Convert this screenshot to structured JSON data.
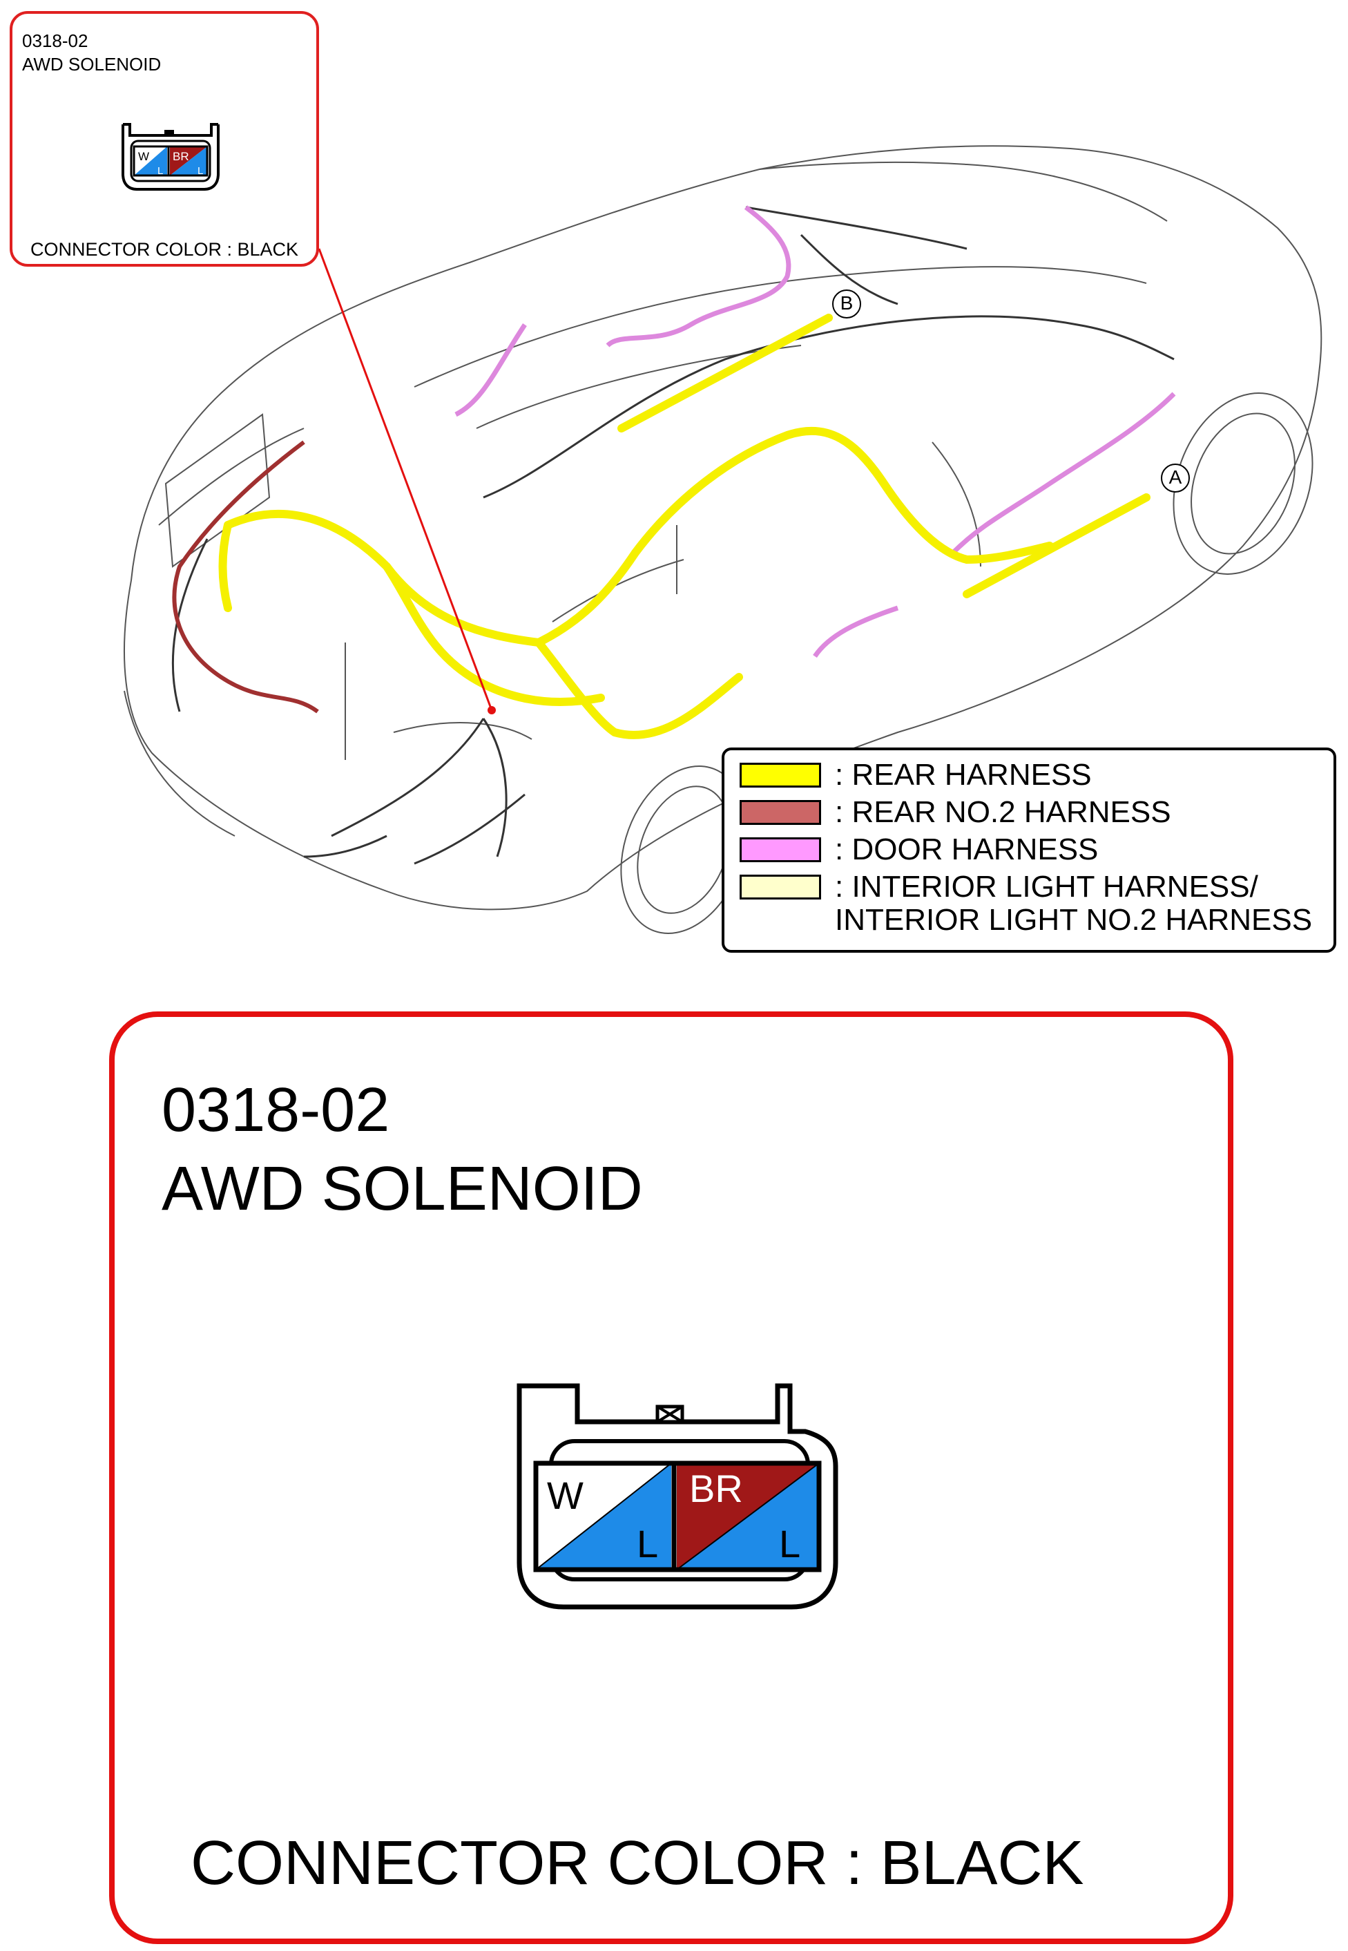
{
  "connector": {
    "id": "0318-02",
    "name": "AWD SOLENOID",
    "color_label": "CONNECTOR COLOR : BLACK",
    "pins": [
      {
        "top": "W",
        "bottom": "L",
        "top_color": "#ffffff",
        "bottom_color": "#1e8be8"
      },
      {
        "top": "BR",
        "bottom": "L",
        "top_color": "#a01818",
        "bottom_color": "#1e8be8"
      }
    ]
  },
  "markers": {
    "a": "A",
    "b": "B"
  },
  "legend": {
    "items": [
      {
        "label": ": REAR HARNESS",
        "color": "#ffff00"
      },
      {
        "label": ": REAR NO.2 HARNESS",
        "color": "#cc6666"
      },
      {
        "label": ": DOOR HARNESS",
        "color": "#ff99ff"
      },
      {
        "label": ": INTERIOR LIGHT HARNESS/",
        "label2": "INTERIOR LIGHT NO.2 HARNESS",
        "color": "#ffffcc"
      }
    ]
  },
  "colors": {
    "callout_border": "#e41010",
    "rear_harness": "#f5f000",
    "rear_no2": "#a03030",
    "door": "#dd88dd"
  }
}
